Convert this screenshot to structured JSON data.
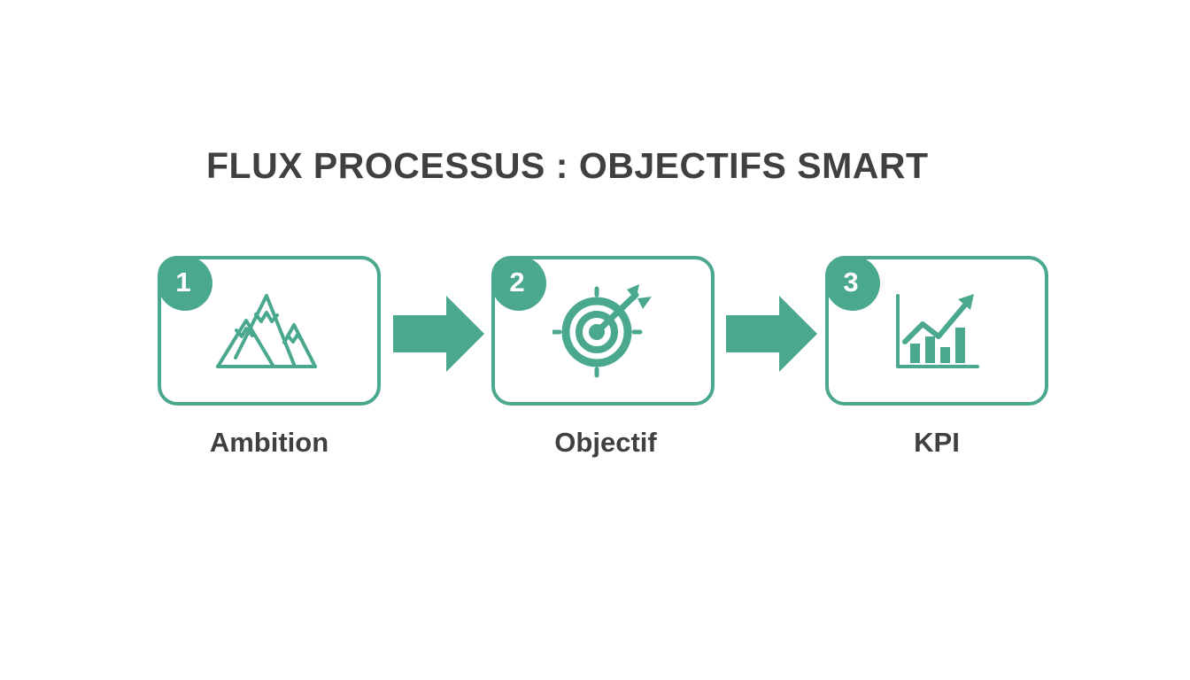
{
  "title": "FLUX PROCESSUS : OBJECTIFS SMART",
  "colors": {
    "accent": "#4aa88f",
    "text": "#404040",
    "background": "#ffffff"
  },
  "steps": [
    {
      "number": "1",
      "label": "Ambition",
      "icon": "mountain-icon"
    },
    {
      "number": "2",
      "label": "Objectif",
      "icon": "target-icon"
    },
    {
      "number": "3",
      "label": "KPI",
      "icon": "bar-chart-growth-icon"
    }
  ],
  "connectors": [
    "arrow-right-icon",
    "arrow-right-icon"
  ]
}
